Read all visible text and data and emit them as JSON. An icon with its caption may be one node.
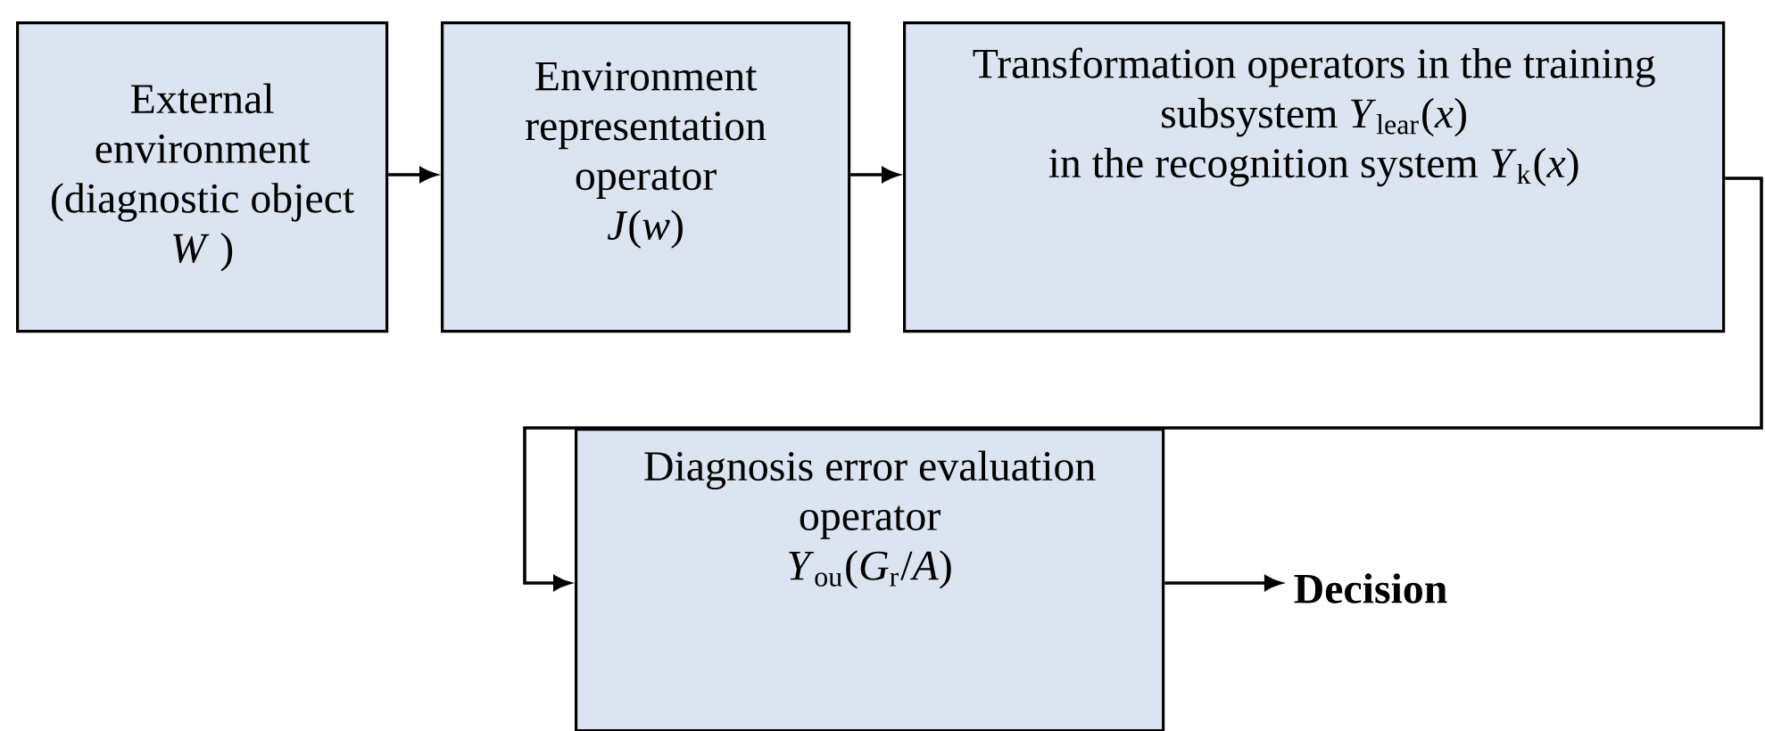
{
  "diagram": {
    "nodes": [
      {
        "text": [
          "External environment (diagnostic object *W* )"
        ]
      },
      {
        "text": [
          "Environment representation operator",
          "*J*(*w*)"
        ]
      },
      {
        "text": [
          "Transformation operators in the training subsystem *Y*$_{lear}$(*x*)",
          "in the recognition system *Y*$_{k}$(*x*)"
        ]
      },
      {
        "text": [
          "Diagnosis error evaluation operator",
          "*Y*$_{ou}$(*G*$_{r}$/*A*)"
        ]
      },
      {
        "text": [
          "Decision"
        ]
      }
    ],
    "edges": [
      {
        "from": 0,
        "to": 1,
        "arrow": "to"
      },
      {
        "from": 1,
        "to": 2,
        "arrow": "to"
      },
      {
        "from": 2,
        "to": 3,
        "arrow": "to"
      },
      {
        "from": 3,
        "to": 4,
        "arrow": "to"
      }
    ]
  }
}
